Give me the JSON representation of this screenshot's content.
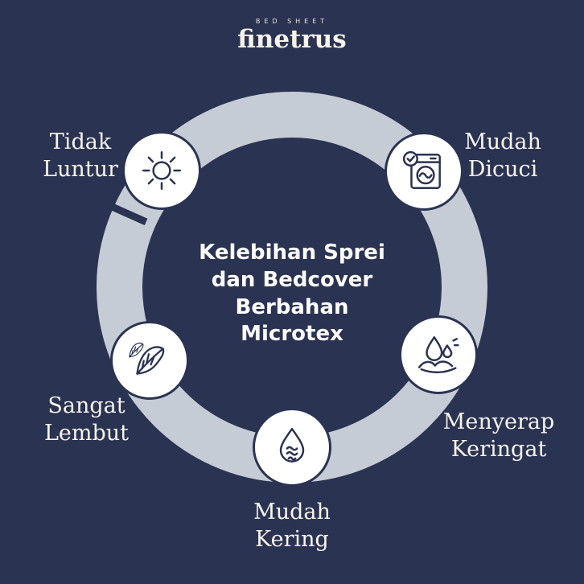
{
  "logo": {
    "tagline": "BED SHEET",
    "brand": "finetrus"
  },
  "center": {
    "title": "Kelebihan Sprei dan Bedcover Berbahan Microtex",
    "lines": [
      "Kelebihan Sprei",
      "dan Bedcover",
      "Berbahan",
      "Microtex"
    ]
  },
  "features": [
    {
      "label": "Tidak Luntur",
      "lines": [
        "Tidak",
        "Luntur"
      ],
      "icon": "sun-icon",
      "position": "top-left"
    },
    {
      "label": "Mudah Dicuci",
      "lines": [
        "Mudah",
        "Dicuci"
      ],
      "icon": "washing-machine-icon",
      "position": "top-right"
    },
    {
      "label": "Menyerap Keringat",
      "lines": [
        "Menyerap",
        "Keringat"
      ],
      "icon": "sweat-droplets-icon",
      "position": "bottom-right"
    },
    {
      "label": "Mudah Kering",
      "lines": [
        "Mudah",
        "Kering"
      ],
      "icon": "water-drop-icon",
      "position": "bottom"
    },
    {
      "label": "Sangat Lembut",
      "lines": [
        "Sangat",
        "Lembut"
      ],
      "icon": "feather-icon",
      "position": "bottom-left"
    }
  ],
  "colors": {
    "background": "#2a3352",
    "ring": "#c6ccd5",
    "badge_fill": "#ffffff",
    "icon_stroke": "#2a3352",
    "text": "#f7f4ed"
  }
}
